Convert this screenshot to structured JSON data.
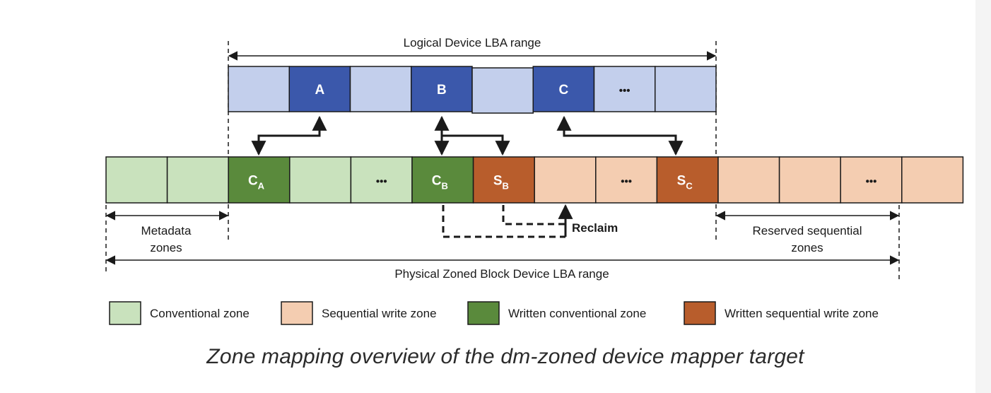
{
  "colors": {
    "logical_zone": "#c3cfec",
    "logical_zone_mapped": "#3b58ab",
    "conventional_zone": "#c9e2bd",
    "sequential_zone": "#f4cdb1",
    "written_conventional_zone": "#5a8a3c",
    "written_sequential_zone": "#b85d2c",
    "stroke": "#1a1a1a"
  },
  "diagram": {
    "logical_range_label": "Logical Device LBA range",
    "physical_range_label": "Physical Zoned Block Device LBA range",
    "metadata_label_line1": "Metadata",
    "metadata_label_line2": "zones",
    "reserved_label_line1": "Reserved sequential",
    "reserved_label_line2": "zones",
    "reclaim_label": "Reclaim",
    "logical_zones": [
      {
        "label": "",
        "kind": "logical_zone"
      },
      {
        "label": "A",
        "kind": "logical_zone_mapped"
      },
      {
        "label": "",
        "kind": "logical_zone"
      },
      {
        "label": "B",
        "kind": "logical_zone_mapped"
      },
      {
        "label": "",
        "kind": "logical_zone"
      },
      {
        "label": "C",
        "kind": "logical_zone_mapped"
      },
      {
        "label": "•••",
        "kind": "logical_zone"
      },
      {
        "label": "",
        "kind": "logical_zone"
      }
    ],
    "physical_zones": [
      {
        "label": "",
        "sub": "",
        "kind": "conventional_zone"
      },
      {
        "label": "",
        "sub": "",
        "kind": "conventional_zone"
      },
      {
        "label": "C",
        "sub": "A",
        "kind": "written_conventional_zone"
      },
      {
        "label": "",
        "sub": "",
        "kind": "conventional_zone"
      },
      {
        "label": "•••",
        "sub": "",
        "kind": "conventional_zone"
      },
      {
        "label": "C",
        "sub": "B",
        "kind": "written_conventional_zone"
      },
      {
        "label": "S",
        "sub": "B",
        "kind": "written_sequential_zone"
      },
      {
        "label": "",
        "sub": "",
        "kind": "sequential_zone"
      },
      {
        "label": "•••",
        "sub": "",
        "kind": "sequential_zone"
      },
      {
        "label": "S",
        "sub": "C",
        "kind": "written_sequential_zone"
      },
      {
        "label": "",
        "sub": "",
        "kind": "sequential_zone"
      },
      {
        "label": "",
        "sub": "",
        "kind": "sequential_zone"
      },
      {
        "label": "•••",
        "sub": "",
        "kind": "sequential_zone"
      },
      {
        "label": "",
        "sub": "",
        "kind": "sequential_zone"
      }
    ]
  },
  "legend": [
    {
      "label": "Conventional zone",
      "kind": "conventional_zone"
    },
    {
      "label": "Sequential write zone",
      "kind": "sequential_zone"
    },
    {
      "label": "Written conventional zone",
      "kind": "written_conventional_zone"
    },
    {
      "label": "Written sequential write zone",
      "kind": "written_sequential_zone"
    }
  ],
  "caption": "Zone mapping overview of the dm-zoned device mapper target"
}
